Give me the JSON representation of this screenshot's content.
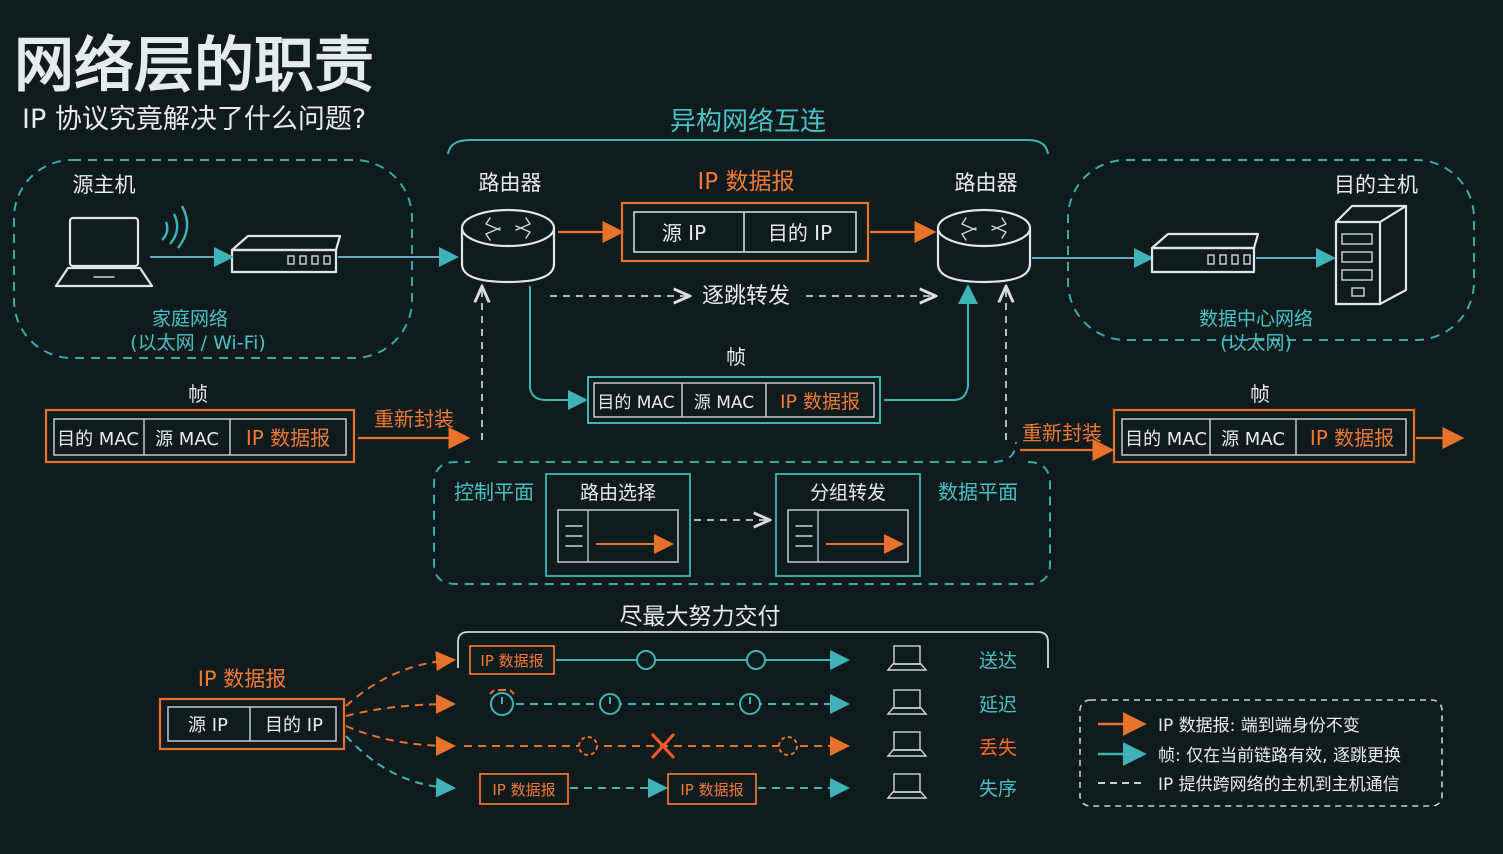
{
  "title": "网络层的职责",
  "subtitle": "IP 协议究竟解决了什么问题?",
  "top_section": {
    "heterogeneous_label": "异构网络互连",
    "router_left_label": "路由器",
    "router_right_label": "路由器",
    "ip_packet_title": "IP 数据报",
    "ip_packet_fields": [
      "源 IP",
      "目的 IP"
    ],
    "hop_forward_label": "逐跳转发",
    "middle_frame_title": "帧",
    "middle_frame_fields": [
      "目的 MAC",
      "源 MAC",
      "IP 数据报"
    ]
  },
  "source_host": {
    "label": "源主机",
    "network_label_line1": "家庭网络",
    "network_label_line2": "(以太网 / Wi-Fi)",
    "frame_title": "帧",
    "frame_fields": [
      "目的 MAC",
      "源 MAC",
      "IP 数据报"
    ],
    "reencap_label": "重新封装"
  },
  "dest_host": {
    "label": "目的主机",
    "network_label_line1": "数据中心网络",
    "network_label_line2": "(以太网)",
    "frame_title": "帧",
    "frame_fields": [
      "目的 MAC",
      "源 MAC",
      "IP 数据报"
    ],
    "reencap_label": "重新封装"
  },
  "planes": {
    "control_label": "控制平面",
    "data_label": "数据平面",
    "routing_box": "路由选择",
    "forwarding_box": "分组转发"
  },
  "best_effort": {
    "title": "尽最大努力交付",
    "packet_title": "IP 数据报",
    "packet_fields": [
      "源 IP",
      "目的 IP"
    ],
    "mini_packet": "IP 数据报",
    "outcomes": [
      "送达",
      "延迟",
      "丢失",
      "失序"
    ]
  },
  "legend": {
    "items": [
      "IP 数据报: 端到端身份不变",
      "帧: 仅在当前链路有效, 逐跳更换",
      "IP 提供跨网络的主机到主机通信"
    ]
  },
  "colors": {
    "background": "#0f1a1c",
    "chalk_white": "#e6ecec",
    "cyan": "#49c1c4",
    "orange": "#f07a35"
  }
}
